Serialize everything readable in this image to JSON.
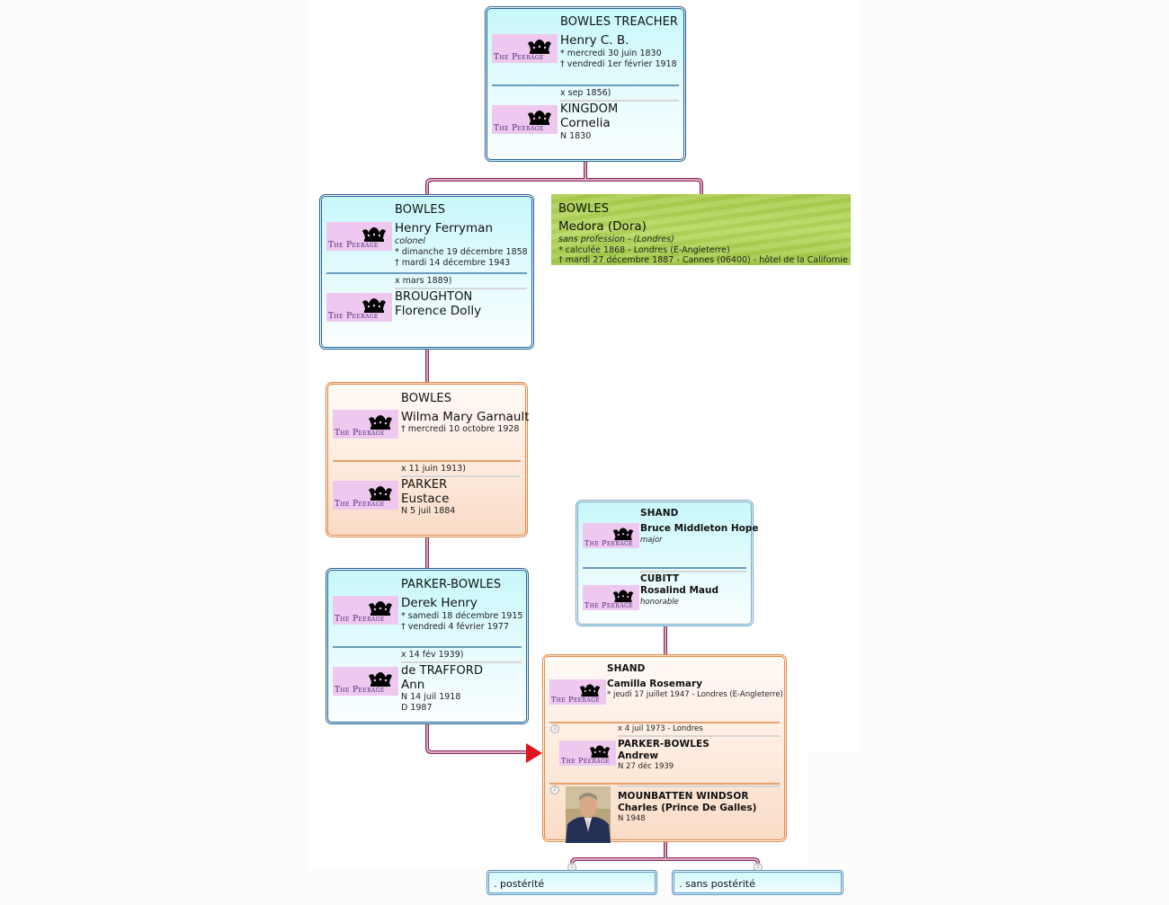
{
  "colors": {
    "link": "#8b2557",
    "box_blue_border": "#2a5f94",
    "box_orange_border": "#e28a4c",
    "arrow": "#e0141c",
    "peerage_bg": "#efc8ef"
  },
  "peerage_logo_text": "The Peerage",
  "families": {
    "bowles_treacher": {
      "husband": {
        "surname": "BOWLES TREACHER",
        "given": "Henry C. B.",
        "birth": "* mercredi 30 juin 1830",
        "death": "† vendredi 1er février 1918",
        "icon": "peerage-crown-logo"
      },
      "marriage": "x sep 1856)",
      "wife": {
        "surname": "KINGDOM",
        "given": "Cornelia",
        "birth": "N 1830",
        "icon": "peerage-crown-logo"
      }
    },
    "bowles_broughton": {
      "husband": {
        "surname": "BOWLES",
        "given": "Henry Ferryman",
        "occupation": "colonel",
        "birth": "* dimanche 19 décembre 1858",
        "death": "† mardi 14 décembre 1943"
      },
      "marriage": "x mars 1889)",
      "wife": {
        "surname": "BROUGHTON",
        "given": "Florence Dolly"
      }
    },
    "medora": {
      "surname": "BOWLES",
      "given": "Medora (Dora)",
      "occupation": "sans profession  - (Londres)",
      "birth": "* calculée 1868  - Londres (E-Angleterre)",
      "death": "† mardi 27 décembre 1887  - Cannes (06400) - hôtel de la Californie"
    },
    "bowles_parker": {
      "wife": {
        "surname": "BOWLES",
        "given": "Wilma Mary Garnault",
        "death": "† mercredi 10 octobre 1928"
      },
      "marriage": "x 11 juin 1913)",
      "husband": {
        "surname": "PARKER",
        "given": "Eustace",
        "birth": "N 5 juil 1884"
      }
    },
    "parker_bowles_trafford": {
      "husband": {
        "surname": "PARKER-BOWLES",
        "given": "Derek Henry",
        "birth": "* samedi 18 décembre 1915",
        "death": "† vendredi 4 février 1977"
      },
      "marriage": "x 14 fév 1939)",
      "wife": {
        "surname": "de TRAFFORD",
        "given": "Ann",
        "birth": "N 14 juil 1918",
        "death": "D 1987"
      }
    },
    "shand_cubitt": {
      "husband": {
        "surname": "SHAND",
        "given": "Bruce Middleton Hope",
        "occupation": "major"
      },
      "wife": {
        "surname": "CUBITT",
        "given": "Rosalind Maud",
        "occupation": "honorable"
      }
    },
    "camilla": {
      "surname": "SHAND",
      "given": "Camilla Rosemary",
      "birth": "* jeudi 17 juillet 1947  - Londres (E-Angleterre)",
      "spouses": [
        {
          "num": "1",
          "marriage": "x 4 juil 1973  - Londres",
          "surname": "PARKER-BOWLES",
          "given": "Andrew",
          "birth": "N 27 déc 1939"
        },
        {
          "num": "2",
          "surname": "MOUNBATTEN WINDSOR",
          "given": "Charles (Prince De Galles)",
          "birth": "N 1948",
          "icon": "portrait-photo"
        }
      ]
    }
  },
  "children": [
    {
      "num": "1",
      "label": ". postérité"
    },
    {
      "num": "2",
      "label": ". sans postérité"
    }
  ]
}
